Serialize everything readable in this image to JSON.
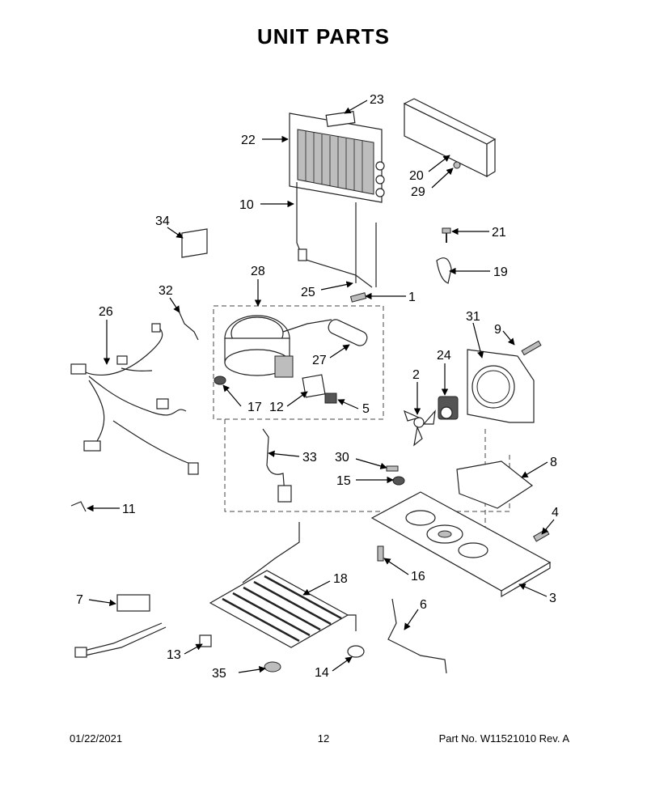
{
  "title": "UNIT PARTS",
  "footer": {
    "date": "01/22/2021",
    "page": "12",
    "part_number": "Part No.  W11521010  Rev.  A"
  },
  "callouts": [
    {
      "id": "1",
      "label": "1"
    },
    {
      "id": "2",
      "label": "2"
    },
    {
      "id": "3",
      "label": "3"
    },
    {
      "id": "4",
      "label": "4"
    },
    {
      "id": "5",
      "label": "5"
    },
    {
      "id": "6",
      "label": "6"
    },
    {
      "id": "7",
      "label": "7"
    },
    {
      "id": "8",
      "label": "8"
    },
    {
      "id": "9",
      "label": "9"
    },
    {
      "id": "10",
      "label": "10"
    },
    {
      "id": "11",
      "label": "11"
    },
    {
      "id": "12",
      "label": "12"
    },
    {
      "id": "13",
      "label": "13"
    },
    {
      "id": "14",
      "label": "14"
    },
    {
      "id": "15",
      "label": "15"
    },
    {
      "id": "16",
      "label": "16"
    },
    {
      "id": "17",
      "label": "17"
    },
    {
      "id": "18",
      "label": "18"
    },
    {
      "id": "19",
      "label": "19"
    },
    {
      "id": "20",
      "label": "20"
    },
    {
      "id": "21",
      "label": "21"
    },
    {
      "id": "22",
      "label": "22"
    },
    {
      "id": "23",
      "label": "23"
    },
    {
      "id": "24",
      "label": "24"
    },
    {
      "id": "25",
      "label": "25"
    },
    {
      "id": "26",
      "label": "26"
    },
    {
      "id": "27",
      "label": "27"
    },
    {
      "id": "28",
      "label": "28"
    },
    {
      "id": "29",
      "label": "29"
    },
    {
      "id": "30",
      "label": "30"
    },
    {
      "id": "31",
      "label": "31"
    },
    {
      "id": "32",
      "label": "32"
    },
    {
      "id": "33",
      "label": "33"
    },
    {
      "id": "34",
      "label": "34"
    },
    {
      "id": "35",
      "label": "35"
    }
  ]
}
